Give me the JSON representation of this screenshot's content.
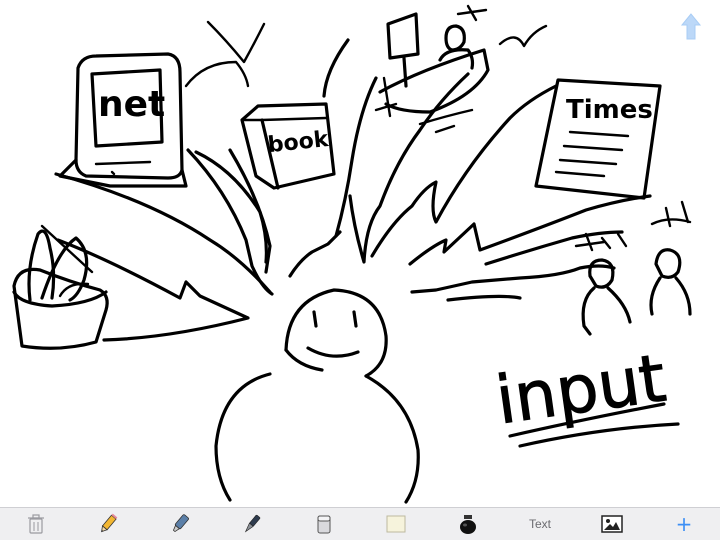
{
  "canvas": {
    "sketch_words": {
      "net": "net",
      "book": "book",
      "times": "Times",
      "input": "input"
    }
  },
  "share": {
    "icon": "share-icon",
    "color": "#bcd8f8"
  },
  "toolbar": {
    "tools": [
      {
        "name": "trash",
        "icon": "trash-icon"
      },
      {
        "name": "pencil",
        "icon": "pencil-icon"
      },
      {
        "name": "marker",
        "icon": "marker-icon"
      },
      {
        "name": "fountain-pen",
        "icon": "fountain-pen-icon"
      },
      {
        "name": "eraser",
        "icon": "eraser-icon"
      },
      {
        "name": "paper",
        "icon": "paper-icon"
      },
      {
        "name": "ink-bottle",
        "icon": "ink-bottle-icon"
      },
      {
        "name": "text",
        "label": "Text"
      },
      {
        "name": "image",
        "icon": "image-icon"
      },
      {
        "name": "add",
        "label": "+"
      }
    ],
    "accent_color": "#3d8ff5",
    "background": "#efeff1"
  }
}
